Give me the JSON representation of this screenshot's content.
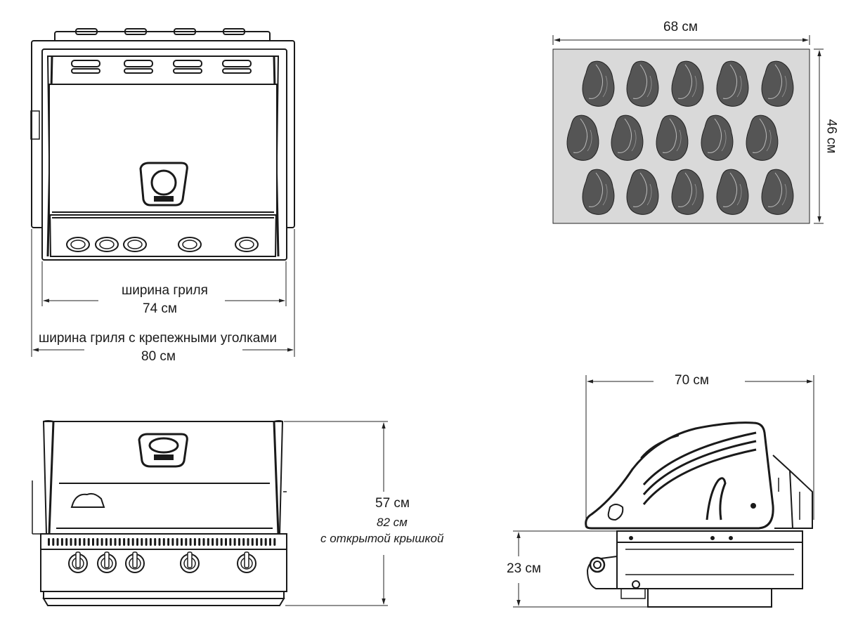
{
  "top_view": {
    "grill_width_label": "ширина гриля",
    "grill_width_value": "74 см",
    "bracket_width_label": "ширина гриля с крепежными уголками",
    "bracket_width_value": "80 см"
  },
  "cooking_area": {
    "width_value": "68 см",
    "depth_value": "46 см",
    "steak_count": 15
  },
  "front_view": {
    "height_value": "57 см",
    "open_height_value": "82 см",
    "open_height_note": "с открытой крышкой"
  },
  "side_view": {
    "depth_value": "70 см",
    "base_height_value": "23 см"
  },
  "colors": {
    "line": "#1a1a1a",
    "steak": "#555555",
    "panel": "#d9d9d9",
    "dim": "#222222"
  }
}
